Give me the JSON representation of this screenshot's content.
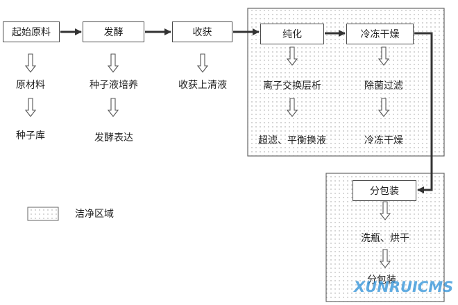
{
  "process": {
    "step1": {
      "box": "起始原料",
      "sub1": "原材料",
      "sub2": "种子库"
    },
    "step2": {
      "box": "发酵",
      "sub1": "种子液培养",
      "sub2": "发酵表达"
    },
    "step3": {
      "box": "收获",
      "sub1": "收获上清液"
    },
    "step4": {
      "box": "纯化",
      "sub1": "离子交换层析",
      "sub2": "超滤、平衡换液"
    },
    "step5": {
      "box": "冷冻干燥",
      "sub1": "除菌过滤",
      "sub2": "冷冻干燥"
    },
    "step6": {
      "box": "分包装",
      "sub1": "洗瓶、烘干",
      "sub2": "分包装"
    }
  },
  "legend": {
    "label": "洁净区域"
  },
  "watermark": {
    "text": "XUNRUICMS"
  },
  "colors": {
    "line": "#333333",
    "border": "#4a4a4a",
    "dots": "#9a9a9a",
    "watermark": "#2a8fd8"
  }
}
